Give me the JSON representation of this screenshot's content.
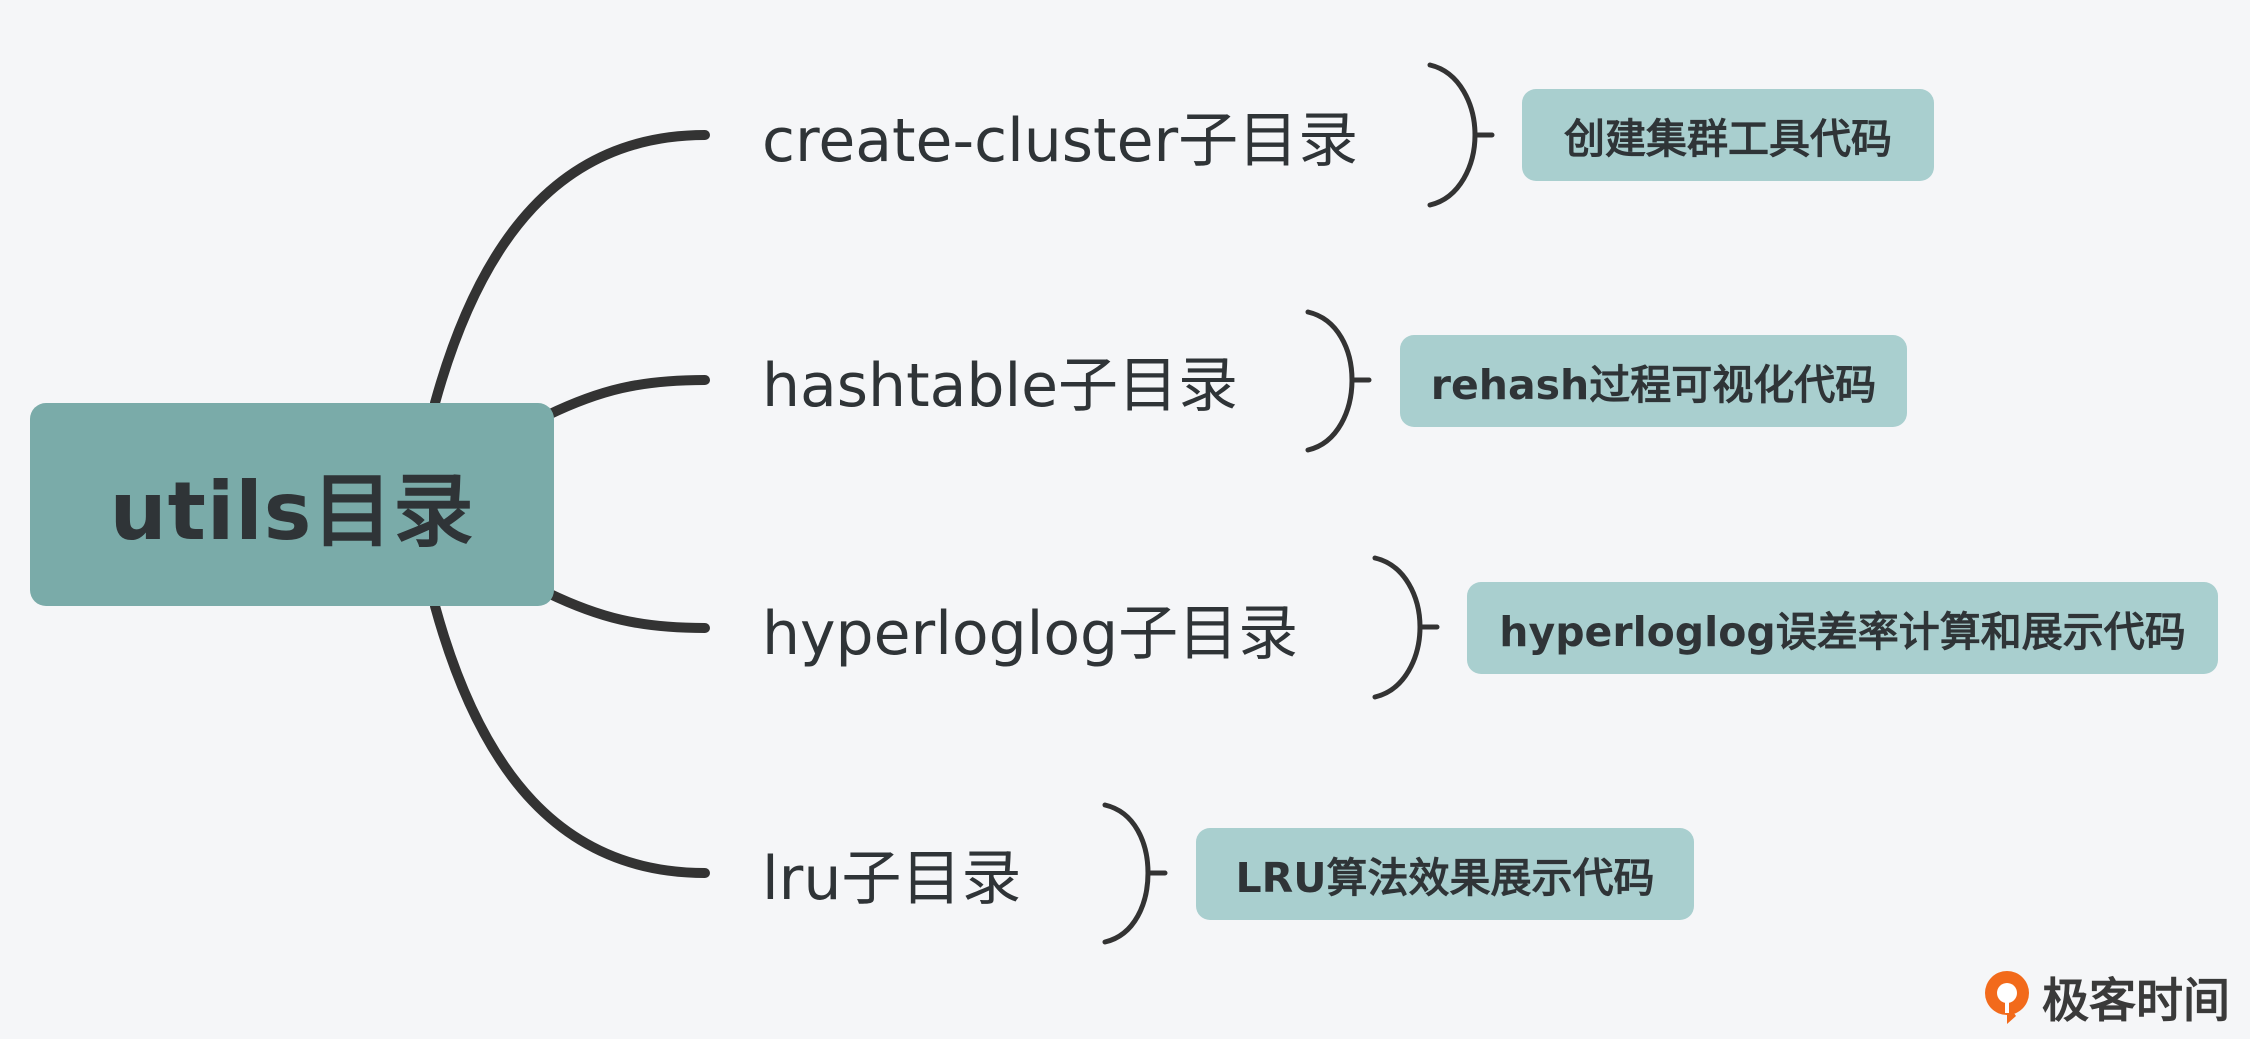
{
  "colors": {
    "background": "#f5f6f8",
    "root_fill": "#7aaba9",
    "desc_fill": "#a9cfcf",
    "line": "#333333",
    "text": "#2f3437",
    "logo_accent": "#f26a1b"
  },
  "root": {
    "label": "utils目录"
  },
  "branches": [
    {
      "label": "create-cluster子目录",
      "description": "创建集群工具代码"
    },
    {
      "label": "hashtable子目录",
      "description": "rehash过程可视化代码"
    },
    {
      "label": "hyperloglog子目录",
      "description": "hyperloglog误差率计算和展示代码"
    },
    {
      "label": "lru子目录",
      "description": "LRU算法效果展示代码"
    }
  ],
  "watermark": {
    "text": "极客时间",
    "icon": "geektime-logo-icon"
  }
}
